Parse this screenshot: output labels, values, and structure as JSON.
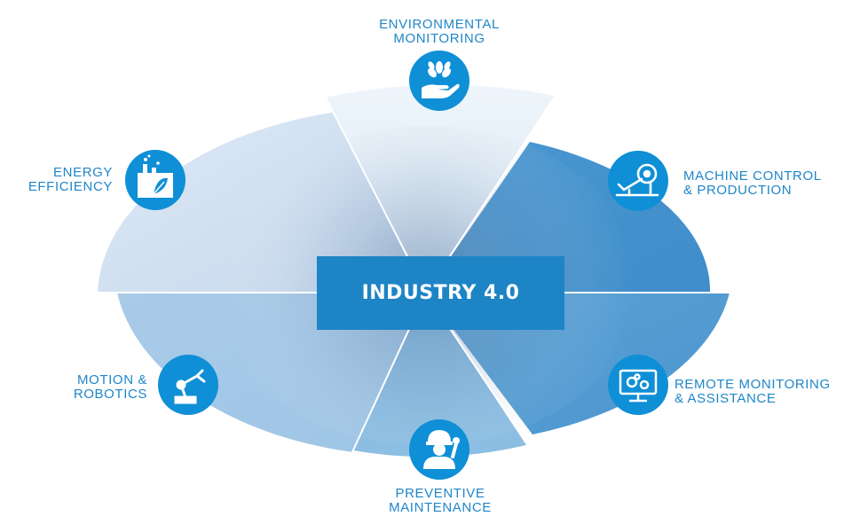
{
  "center": {
    "title": "INDUSTRY 4.0"
  },
  "colors": {
    "accent": "#1d84c6",
    "icon_circle": "#0f8fd6",
    "label_text": "#1f86c8"
  },
  "segments": [
    {
      "id": "environmental",
      "lines": [
        "ENVIRONMENTAL",
        "MONITORING"
      ],
      "icon": "plant-in-hand-icon"
    },
    {
      "id": "machine",
      "lines": [
        "MACHINE CONTROL",
        "& PRODUCTION"
      ],
      "icon": "machine-arm-icon"
    },
    {
      "id": "remote",
      "lines": [
        "REMOTE MONITORING",
        "& ASSISTANCE"
      ],
      "icon": "monitor-gears-icon"
    },
    {
      "id": "preventive",
      "lines": [
        "PREVENTIVE",
        "MAINTENANCE"
      ],
      "icon": "worker-wrench-icon"
    },
    {
      "id": "motion",
      "lines": [
        "MOTION &",
        "ROBOTICS"
      ],
      "icon": "robot-arm-icon"
    },
    {
      "id": "energy",
      "lines": [
        "ENERGY",
        "EFFICIENCY"
      ],
      "icon": "factory-leaf-icon"
    }
  ]
}
